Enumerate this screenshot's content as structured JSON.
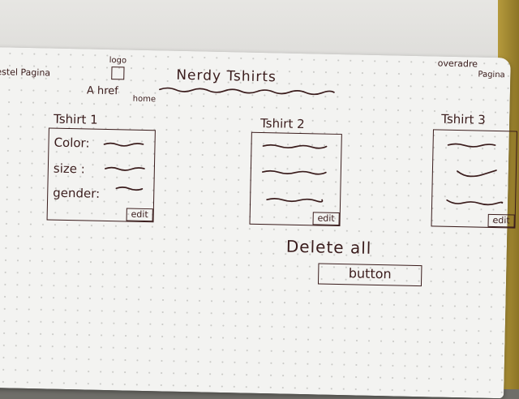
{
  "header": {
    "left_nav": "estel Pagina",
    "logo_label": "logo",
    "home_link": "A href",
    "home_note": "home",
    "title": "Nerdy Tshirts",
    "right_nav_line1": "overadre",
    "right_nav_line2": "Pagina"
  },
  "cards": [
    {
      "title": "Tshirt 1",
      "fields": [
        "Color:",
        "size :",
        "gender:"
      ],
      "edit_label": "edit"
    },
    {
      "title": "Tshirt 2",
      "edit_label": "edit"
    },
    {
      "title": "Tshirt 3",
      "edit_label": "edit"
    }
  ],
  "delete_all": {
    "label": "Delete all",
    "button_label": "button"
  },
  "colors": {
    "ink": "#3a1c1c",
    "paper": "#f3f3f1",
    "background": "#6f6e69"
  }
}
